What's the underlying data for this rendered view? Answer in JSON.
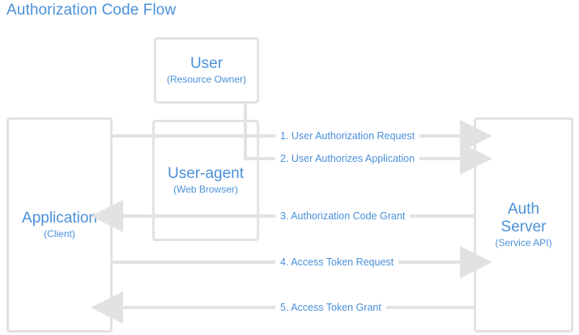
{
  "diagram": {
    "title": "Authorization Code Flow",
    "title_color": "#4a90d9",
    "line_color": "#e2e2e2",
    "background": "#ffffff"
  },
  "nodes": [
    {
      "id": "application",
      "title": "Application",
      "subtitle": "(Client)"
    },
    {
      "id": "user",
      "title": "User",
      "subtitle": "(Resource Owner)"
    },
    {
      "id": "user-agent",
      "title": "User-agent",
      "subtitle": "(Web Browser)"
    },
    {
      "id": "auth-server",
      "title": "Auth Server",
      "title_line1": "Auth",
      "title_line2": "Server",
      "subtitle": "(Service API)"
    }
  ],
  "steps": [
    {
      "number": "1",
      "label": "1. User Authorization Request",
      "from": "application",
      "to": "auth-server",
      "direction": "right"
    },
    {
      "number": "2",
      "label": "2. User Authorizes Application",
      "from": "user",
      "to": "auth-server",
      "direction": "right"
    },
    {
      "number": "3",
      "label": "3. Authorization Code Grant",
      "from": "auth-server",
      "to": "application",
      "direction": "left"
    },
    {
      "number": "4",
      "label": "4. Access Token Request",
      "from": "application",
      "to": "auth-server",
      "direction": "right"
    },
    {
      "number": "5",
      "label": "5. Access Token Grant",
      "from": "auth-server",
      "to": "application",
      "direction": "left"
    }
  ]
}
